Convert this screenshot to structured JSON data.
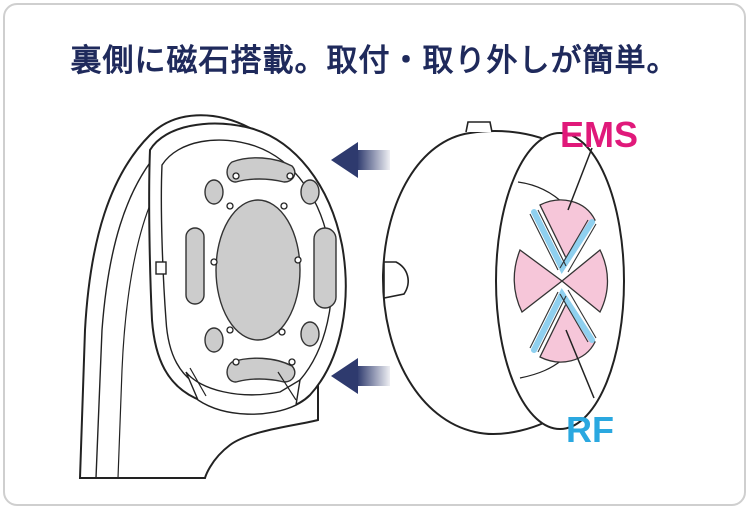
{
  "heading": "裏側に磁石搭載。取付・取り外しが簡単。",
  "labels": {
    "ems": "EMS",
    "rf": "RF"
  },
  "colors": {
    "heading": "#1f2a5c",
    "ems": "#e0197a",
    "rf": "#2aa8e0",
    "ems_pad": "#f6c6d9",
    "rf_electrode": "#8fd0ef",
    "pad_gray": "#cccccc",
    "arrow": "#2e3a6e"
  },
  "icons": [
    "arrow-left-icon",
    "arrow-left-icon"
  ]
}
